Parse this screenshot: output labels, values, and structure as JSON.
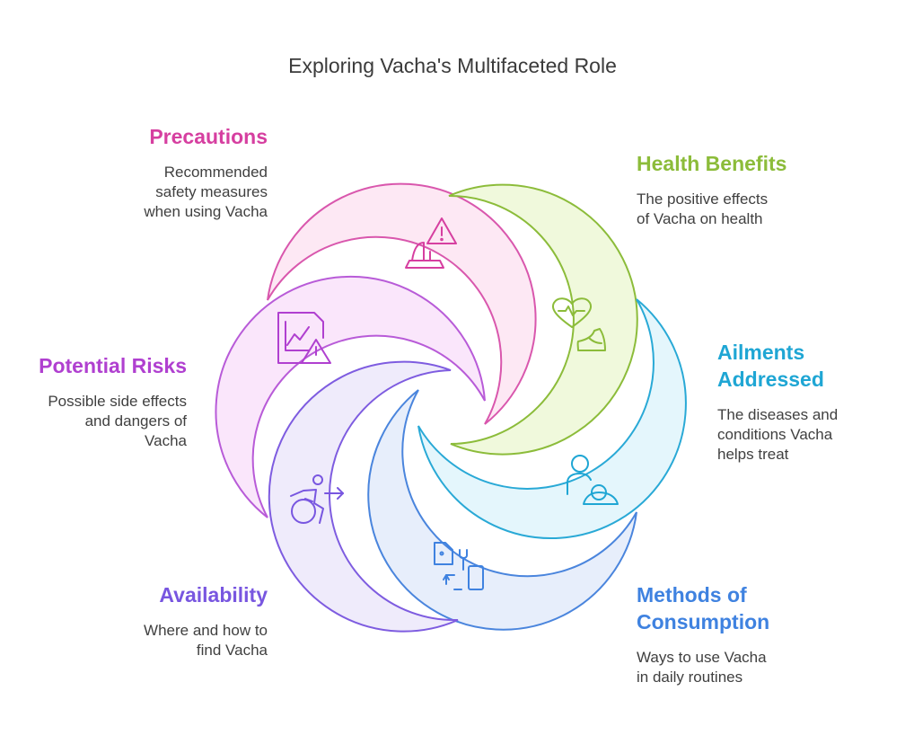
{
  "title": "Exploring Vacha's Multifaceted Role",
  "colors": {
    "precautions": "#d63fa0",
    "potential_risks": "#b040d0",
    "availability": "#7856e0",
    "health_benefits": "#8cbc3a",
    "ailments": "#1fa6d4",
    "methods": "#3f82e0"
  },
  "segments": [
    {
      "key": "precautions",
      "heading": "Precautions",
      "description": "Recommended safety measures when using Vacha",
      "desc_lines": [
        "Recommended",
        "safety measures",
        "when using Vacha"
      ],
      "icon": "warning-scale-icon"
    },
    {
      "key": "potential_risks",
      "heading": "Potential Risks",
      "description": "Possible side effects and dangers of Vacha",
      "desc_lines": [
        "Possible side effects",
        "and dangers of",
        "Vacha"
      ],
      "icon": "chart-warning-icon"
    },
    {
      "key": "availability",
      "heading": "Availability",
      "description": "Where and how to find Vacha",
      "desc_lines": [
        "Where and how to",
        "find Vacha"
      ],
      "icon": "wheelchair-arrow-icon"
    },
    {
      "key": "health_benefits",
      "heading": "Health Benefits",
      "description": "The positive effects of Vacha on health",
      "desc_lines": [
        "The positive effects",
        "of Vacha on health"
      ],
      "icon": "heart-muscle-icon"
    },
    {
      "key": "ailments",
      "heading_lines": [
        "Ailments",
        "Addressed"
      ],
      "description": "The diseases and conditions Vacha helps treat",
      "desc_lines": [
        "The diseases and",
        "conditions Vacha",
        "helps treat"
      ],
      "icon": "caregiver-icon"
    },
    {
      "key": "methods",
      "heading_lines": [
        "Methods of",
        "Consumption"
      ],
      "description": "Ways to use Vacha in daily routines",
      "desc_lines": [
        "Ways to use Vacha",
        "in daily routines"
      ],
      "icon": "device-cycle-icon"
    }
  ]
}
